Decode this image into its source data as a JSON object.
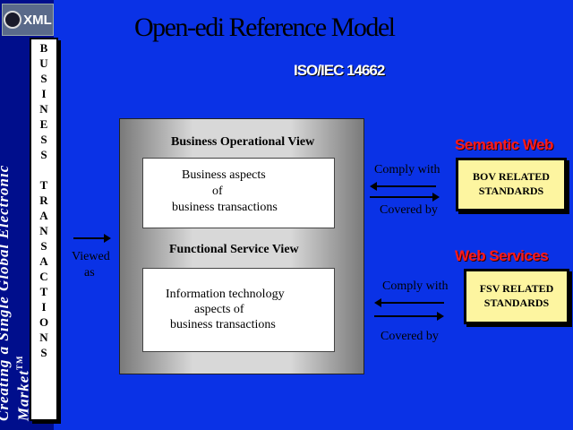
{
  "logo_text": "XML",
  "banner_text": "Creating a Single Global Electronic Market",
  "banner_tm": "TM",
  "business_transactions_letters": [
    "B",
    "U",
    "S",
    "I",
    "N",
    "E",
    "S",
    "S",
    "",
    "T",
    "R",
    "A",
    "N",
    "S",
    "A",
    "C",
    "T",
    "I",
    "O",
    "N",
    "S"
  ],
  "title": "Open-edi Reference Model",
  "subtitle": "ISO/IEC 14662",
  "model": {
    "bov_heading": "Business Operational View",
    "bov_text": [
      "Business aspects",
      "of",
      "business transactions"
    ],
    "fsv_heading": "Functional Service View",
    "fsv_text": [
      "Information technology",
      "aspects of",
      "business transactions"
    ]
  },
  "viewed_as": [
    "Viewed",
    "as"
  ],
  "bov_link": {
    "comply": "Comply with",
    "covered": "Covered by"
  },
  "fsv_link": {
    "comply": "Comply with",
    "covered": "Covered by"
  },
  "semantic_web": "Semantic Web",
  "web_services": "Web Services",
  "bov_standards": [
    "BOV RELATED",
    "STANDARDS"
  ],
  "fsv_standards": [
    "FSV RELATED",
    "STANDARDS"
  ],
  "colors": {
    "background": "#0a32e6",
    "sidebar": "#000e8c",
    "accent_red": "#ff1a1a",
    "standards_fill": "#fdf5a0"
  }
}
